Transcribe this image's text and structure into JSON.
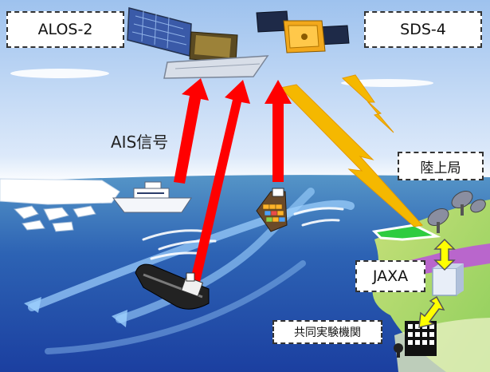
{
  "labels": {
    "alos2": "ALOS-2",
    "sds4": "SDS-4",
    "ais_signal": "AIS信号",
    "ground_station": "陸上局",
    "jaxa": "JAXA",
    "joint_lab": "共同実験機関"
  },
  "colors": {
    "sky_top": "#9ec2ee",
    "sky_horizon": "#ffffff",
    "sea_top": "#5595c7",
    "sea_bottom": "#1b3fa0",
    "uplink_arrow": "#ff0000",
    "downlink_bolt": "#f5b800",
    "link_arrow": "#ffff00",
    "land_green": "#a6d86a",
    "land_purple": "#b966cc"
  },
  "icons": {
    "satellite_alos2": "satellite-icon",
    "satellite_sds4": "satellite-icon",
    "ships": "ship-icon",
    "antennas": "parabolic-antenna-icon",
    "jaxa_building": "office-building-icon",
    "lab_building": "building-icon"
  }
}
